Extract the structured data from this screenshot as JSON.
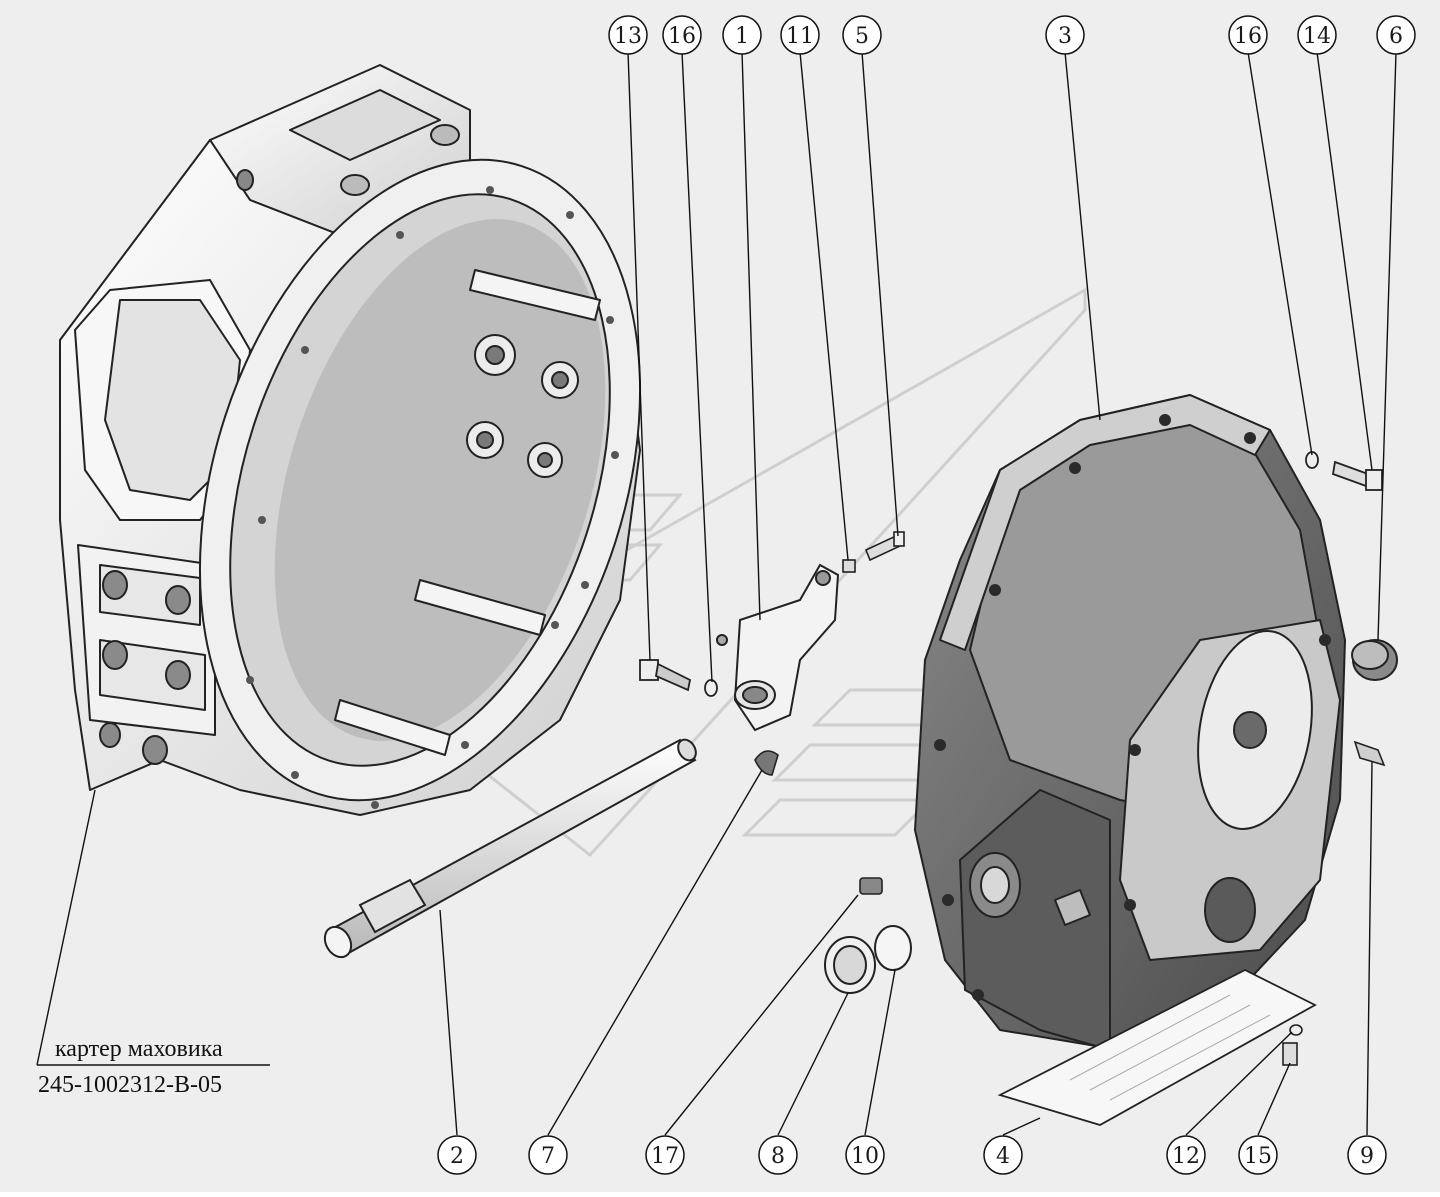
{
  "caption": {
    "name": "картер маховика",
    "code": "245-1002312-В-05"
  },
  "callouts": [
    {
      "id": "c13-top",
      "label": "13"
    },
    {
      "id": "c16-top-left",
      "label": "16"
    },
    {
      "id": "c1-top",
      "label": "1"
    },
    {
      "id": "c11-top",
      "label": "11"
    },
    {
      "id": "c5-top",
      "label": "5"
    },
    {
      "id": "c3-top",
      "label": "3"
    },
    {
      "id": "c16-top-right",
      "label": "16"
    },
    {
      "id": "c14-top",
      "label": "14"
    },
    {
      "id": "c6-top",
      "label": "6"
    },
    {
      "id": "c2-bottom",
      "label": "2"
    },
    {
      "id": "c7-bottom",
      "label": "7"
    },
    {
      "id": "c17-bottom",
      "label": "17"
    },
    {
      "id": "c8-bottom",
      "label": "8"
    },
    {
      "id": "c10-bottom",
      "label": "10"
    },
    {
      "id": "c4-bottom",
      "label": "4"
    },
    {
      "id": "c12-bottom",
      "label": "12"
    },
    {
      "id": "c15-bottom",
      "label": "15"
    },
    {
      "id": "c9-bottom",
      "label": "9"
    }
  ],
  "colors": {
    "background": "#eeeeee",
    "housing_light": "#f4f4f4",
    "housing_dark": "#6f6f6f",
    "outline": "#222222"
  }
}
